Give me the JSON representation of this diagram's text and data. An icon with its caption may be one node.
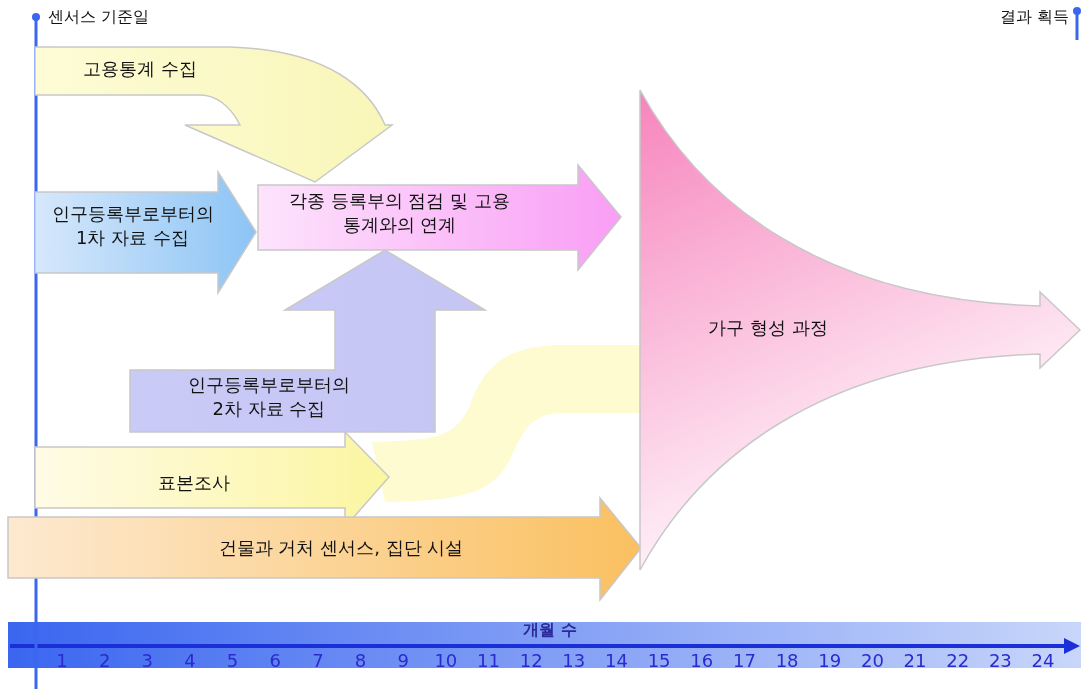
{
  "diagram": {
    "nodes": [
      {
        "text": [
          "고용통계 수집"
        ]
      },
      {
        "text": [
          "인구등록부로부터의 1차 자료 수집"
        ]
      },
      {
        "text": [
          "각종 등록부의 점검 및 고용통계와의 연계"
        ]
      },
      {
        "text": [
          "인구등록부로부터의 2차 자료 수집"
        ]
      },
      {
        "text": [
          "표본조사"
        ]
      },
      {
        "text": [
          "건물과 거처 센서스, 집단 시설"
        ]
      },
      {
        "text": [
          "가구 형성 과정"
        ]
      }
    ],
    "labels": [
      "센서스 기준일",
      "결과 획득",
      "개월 수",
      "1",
      "2",
      "3",
      "4",
      "5",
      "6",
      "7",
      "8",
      "9",
      "10",
      "11",
      "12",
      "13",
      "14",
      "15",
      "16",
      "17",
      "18",
      "19",
      "20",
      "21",
      "22",
      "23",
      "24"
    ]
  }
}
